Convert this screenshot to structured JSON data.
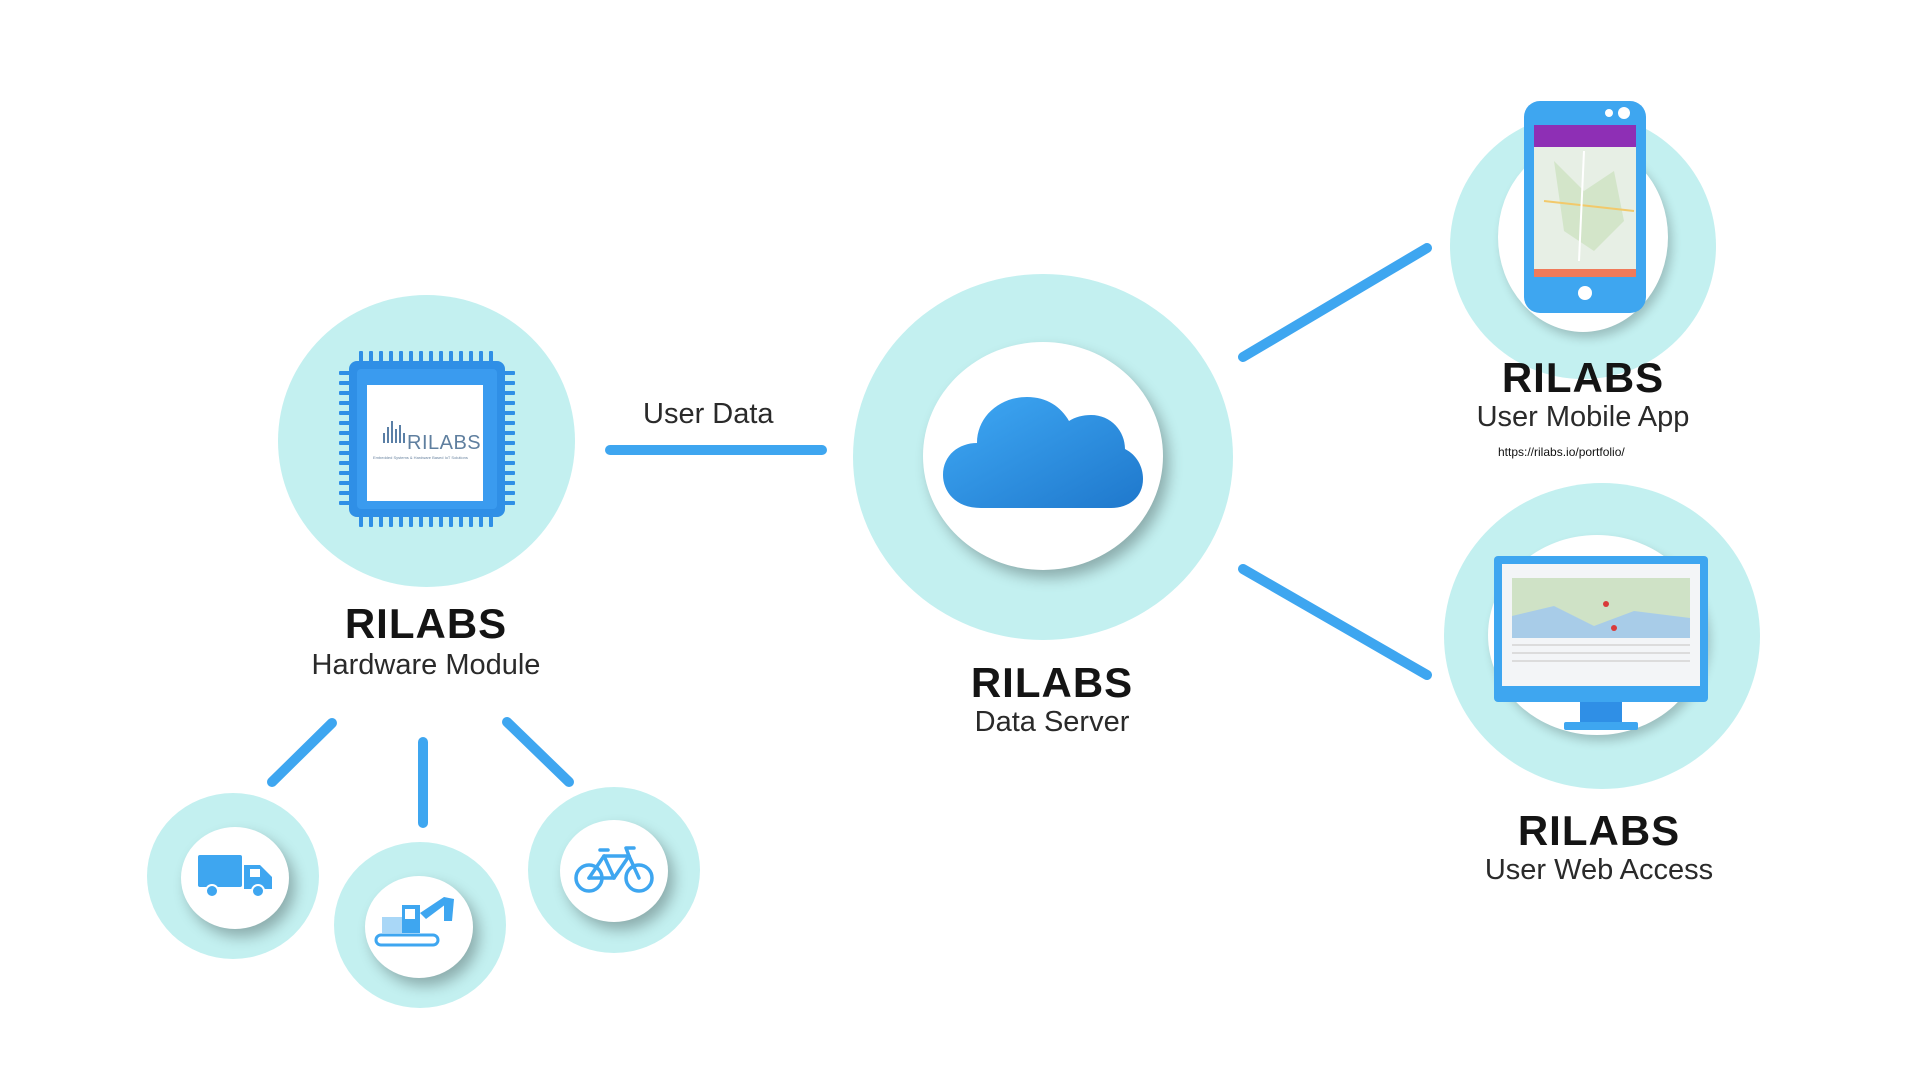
{
  "colors": {
    "accent_blue": "#3ea6f0",
    "circle_fill": "#c3f0f0",
    "chip_blue": "#2f8fe6",
    "title_text": "#141414"
  },
  "nodes": {
    "hardware": {
      "title": "RILABS",
      "subtitle": "Hardware Module",
      "chip_logo_text": "RILABS",
      "chip_tagline": "Embedded Systems & Hardware Based IoT Solutions",
      "icon": "chip-icon"
    },
    "server": {
      "title": "RILABS",
      "subtitle": "Data Server",
      "icon": "cloud-icon"
    },
    "mobile": {
      "title": "RILABS",
      "subtitle": "User Mobile App",
      "url": "https://rilabs.io/portfolio/",
      "icon": "smartphone-icon"
    },
    "web": {
      "title": "RILABS",
      "subtitle": "User Web Access",
      "icon": "monitor-icon"
    }
  },
  "edges": {
    "hardware_to_server_label": "User Data"
  },
  "vehicles": [
    {
      "name": "truck",
      "icon": "truck-icon"
    },
    {
      "name": "excavator",
      "icon": "excavator-icon"
    },
    {
      "name": "bicycle",
      "icon": "bicycle-icon"
    }
  ]
}
